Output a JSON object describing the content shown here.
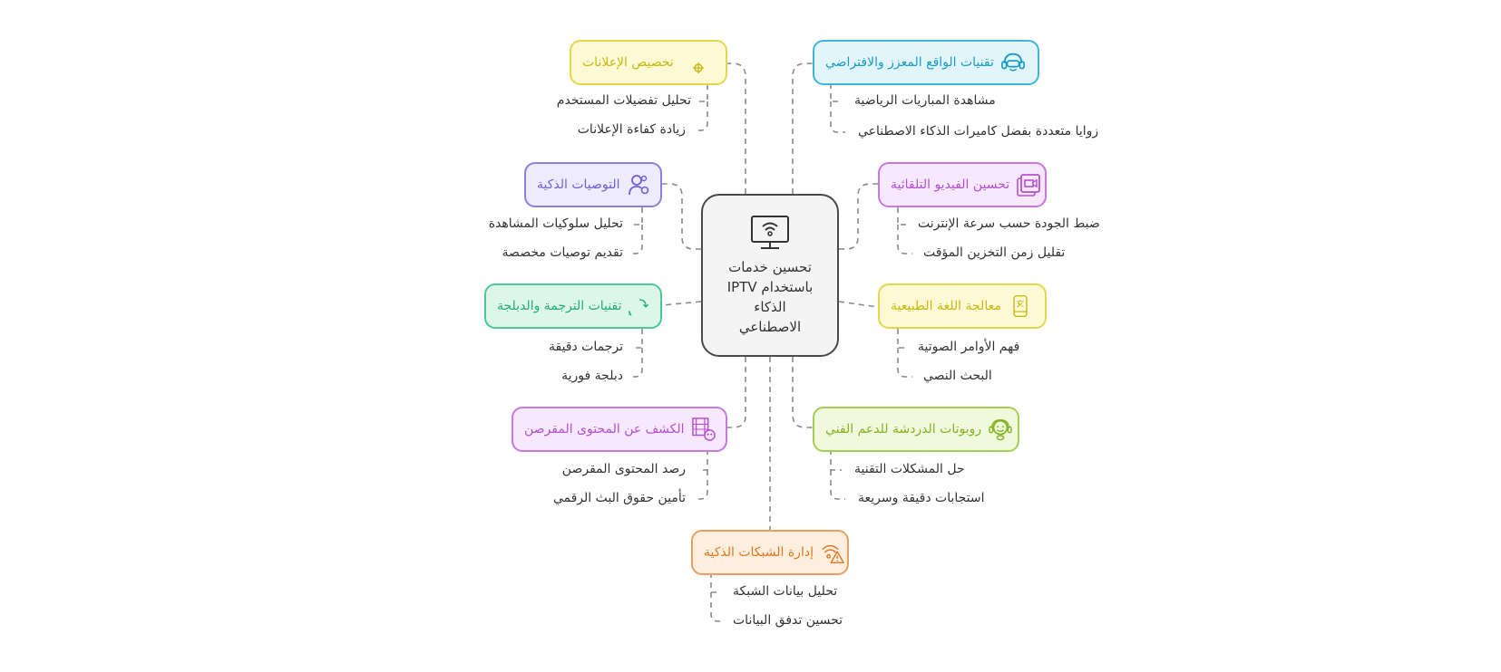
{
  "diagram": {
    "center": {
      "title": "تحسين خدمات باستخدام IPTV الذكاء الاصطناعي",
      "lines": [
        "تحسين خدمات",
        "باستخدام IPTV",
        "الذكاء",
        "الاصطناعي"
      ],
      "icon": "smart-tv-wifi-icon"
    },
    "branches": [
      {
        "id": "ads",
        "label": "تخصيص الإعلانات",
        "icon": "ad-target-icon",
        "color": "#d4c41a",
        "fill": "#fdf9d5",
        "children": [
          "تحليل تفضيلات المستخدم",
          "زيادة كفاءة الإعلانات"
        ]
      },
      {
        "id": "vr",
        "label": "تقنيات الواقع المعزز والافتراضي",
        "icon": "vr-headset-icon",
        "color": "#1fa9cf",
        "fill": "#e1f5fb",
        "children": [
          "مشاهدة المباريات الرياضية",
          "زوايا متعددة بفضل كاميرات الذكاء الاصطناعي"
        ]
      },
      {
        "id": "recommend",
        "label": "التوصيات الذكية",
        "icon": "user-gear-icon",
        "color": "#7b6fdc",
        "fill": "#eeebfc",
        "children": [
          "تحليل سلوكيات المشاهدة",
          "تقديم توصيات مخصصة"
        ]
      },
      {
        "id": "video",
        "label": "تحسين الفيديو التلقائية",
        "icon": "video-layers-icon",
        "color": "#bc5fd6",
        "fill": "#f8e8fd",
        "children": [
          "ضبط الجودة حسب سرعة الإنترنت",
          "تقليل زمن التخزين المؤقت"
        ]
      },
      {
        "id": "translate",
        "label": "تقنيات الترجمة والدبلجة",
        "icon": "hi-hola-translate-icon",
        "color": "#2fbf82",
        "fill": "#dcf7ea",
        "children": [
          "ترجمات دقيقة",
          "دبلجة فورية"
        ]
      },
      {
        "id": "nlp",
        "label": "معالجة اللغة الطبيعية",
        "icon": "phone-translate-icon",
        "color": "#d4c41a",
        "fill": "#fdf9d5",
        "children": [
          "فهم الأوامر الصوتية",
          "البحث النصي"
        ]
      },
      {
        "id": "piracy",
        "label": "الكشف عن المحتوى المقرصن",
        "icon": "film-pirate-icon",
        "color": "#bc5fd6",
        "fill": "#f8e8fd",
        "children": [
          "رصد المحتوى المقرصن",
          "تأمين حقوق البث الرقمي"
        ]
      },
      {
        "id": "chatbot",
        "label": "روبوتات الدردشة للدعم الفني",
        "icon": "support-bot-icon",
        "color": "#8fbf2f",
        "fill": "#f0f9dc",
        "children": [
          "حل المشكلات التقنية",
          "استجابات دقيقة وسريعة"
        ]
      },
      {
        "id": "network",
        "label": "إدارة الشبكات الذكية",
        "icon": "wifi-warning-icon",
        "color": "#e08a3a",
        "fill": "#fdeedd",
        "children": [
          "تحليل بيانات الشبكة",
          "تحسين تدفق البيانات"
        ]
      }
    ]
  }
}
